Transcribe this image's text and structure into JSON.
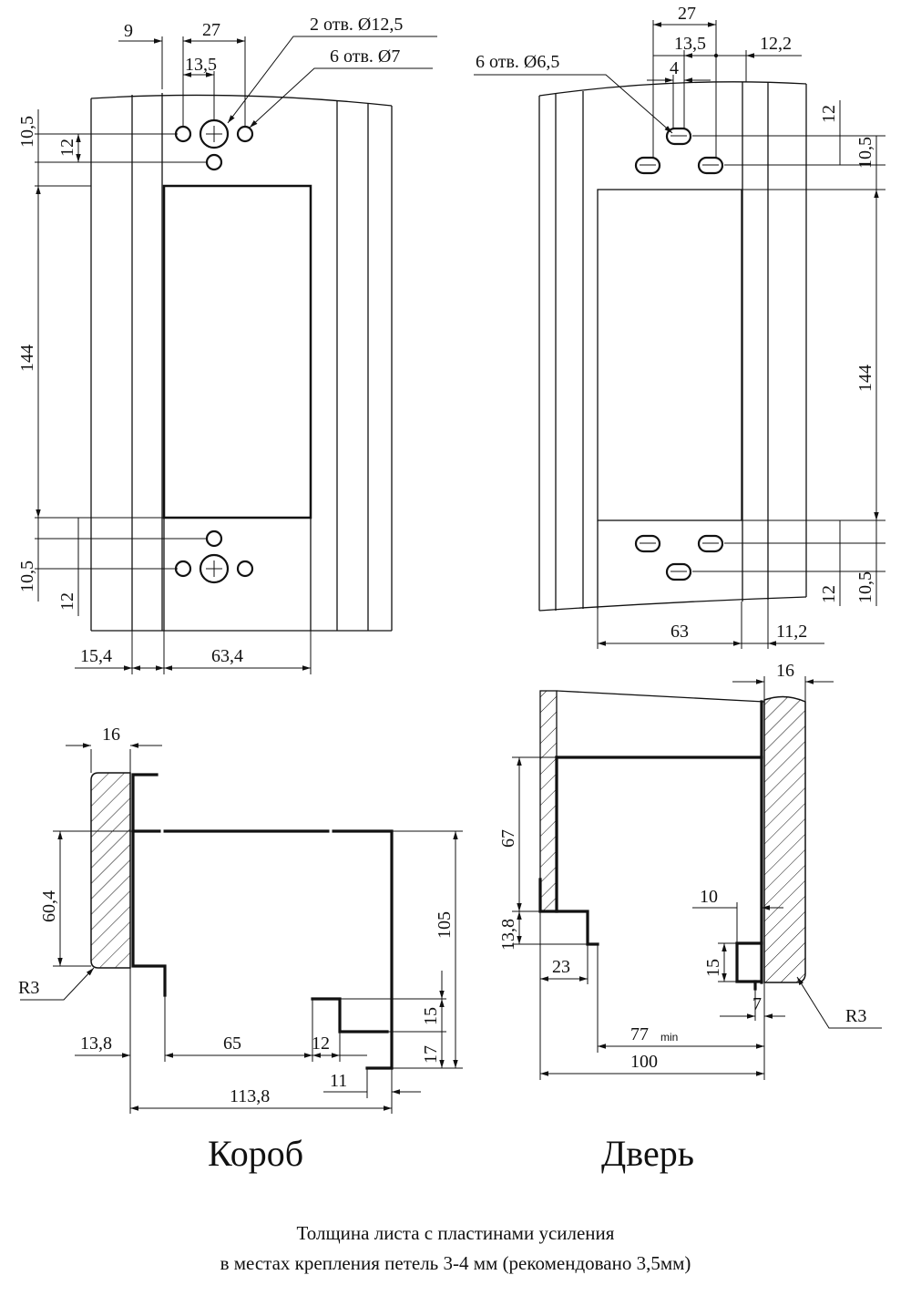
{
  "titles": {
    "box": "Короб",
    "door": "Дверь"
  },
  "note": {
    "line1": "Толщина листа с пластинами усиления",
    "line2": "в местах крепления петель 3-4 мм (рекомендовано 3,5мм)"
  },
  "box_front": {
    "dim_9": "9",
    "dim_27": "27",
    "dim_13_5": "13,5",
    "callout_holes_large": "2 отв. Ø12,5",
    "callout_holes_small": "6 отв. Ø7",
    "dim_top_10_5": "10,5",
    "dim_top_12": "12",
    "dim_144": "144",
    "dim_bot_10_5": "10,5",
    "dim_bot_12": "12",
    "dim_15_4": "15,4",
    "dim_63_4": "63,4"
  },
  "door_front": {
    "dim_27": "27",
    "dim_13_5": "13,5",
    "dim_4": "4",
    "dim_12_2": "12,2",
    "callout_slots": "6 отв. Ø6,5",
    "dim_top_12": "12",
    "dim_top_10_5": "10,5",
    "dim_144": "144",
    "dim_bot_12": "12",
    "dim_bot_10_5": "10,5",
    "dim_63": "63",
    "dim_11_2": "11,2"
  },
  "box_section": {
    "dim_16": "16",
    "dim_60_4": "60,4",
    "radius": "R3",
    "dim_105": "105",
    "dim_15": "15",
    "dim_17": "17",
    "dim_13_8": "13,8",
    "dim_65": "65",
    "dim_12": "12",
    "dim_11": "11",
    "dim_113_8": "113,8"
  },
  "door_section": {
    "dim_16": "16",
    "dim_67": "67",
    "dim_13_8": "13,8",
    "dim_10": "10",
    "dim_15": "15",
    "dim_23": "23",
    "dim_7": "7",
    "radius": "R3",
    "dim_77": "77",
    "dim_77_suffix": "min",
    "dim_100": "100"
  }
}
